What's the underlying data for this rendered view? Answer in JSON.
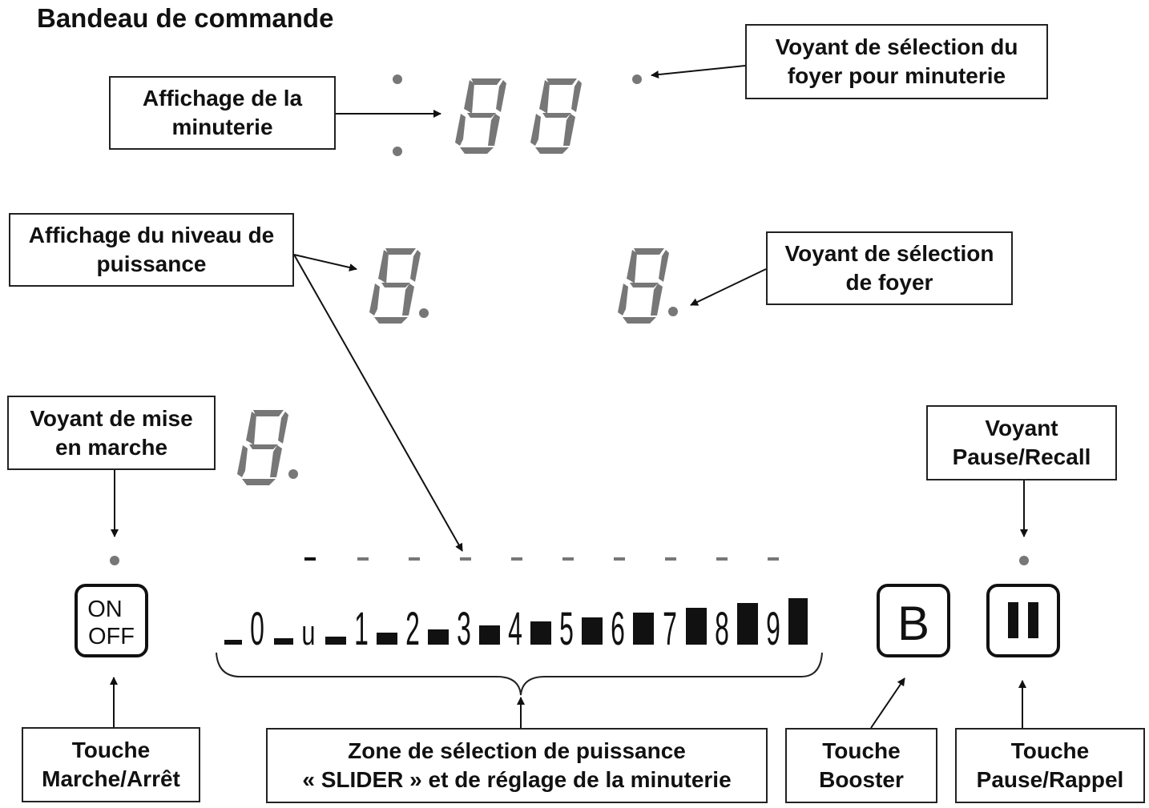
{
  "title": "Bandeau de commande",
  "callouts": {
    "timer_display": [
      "Affichage de la",
      "minuterie"
    ],
    "timer_zone_led": [
      "Voyant de sélection du",
      "foyer pour minuterie"
    ],
    "power_display": [
      "Affichage du niveau de",
      "puissance"
    ],
    "zone_led": [
      "Voyant de sélection",
      "de foyer"
    ],
    "power_on_led": [
      "Voyant de mise",
      "en marche"
    ],
    "pause_led": [
      "Voyant",
      "Pause/Recall"
    ],
    "onoff_key": [
      "Touche",
      "Marche/Arrêt"
    ],
    "slider_zone": [
      "Zone de sélection de puissance",
      "« SLIDER » et de réglage de la minuterie"
    ],
    "booster_key": [
      "Touche",
      "Booster"
    ],
    "pause_key": [
      "Touche",
      "Pause/Rappel"
    ]
  },
  "keys": {
    "onoff": [
      "ON",
      "OFF"
    ],
    "booster": "B",
    "pause_icon": "pause-icon"
  },
  "slider": {
    "labels": [
      "0",
      "u",
      "1",
      "2",
      "3",
      "4",
      "5",
      "6",
      "7",
      "8",
      "9"
    ]
  },
  "colors": {
    "segment": "#777777",
    "led": "#777777",
    "ink": "#111111"
  }
}
